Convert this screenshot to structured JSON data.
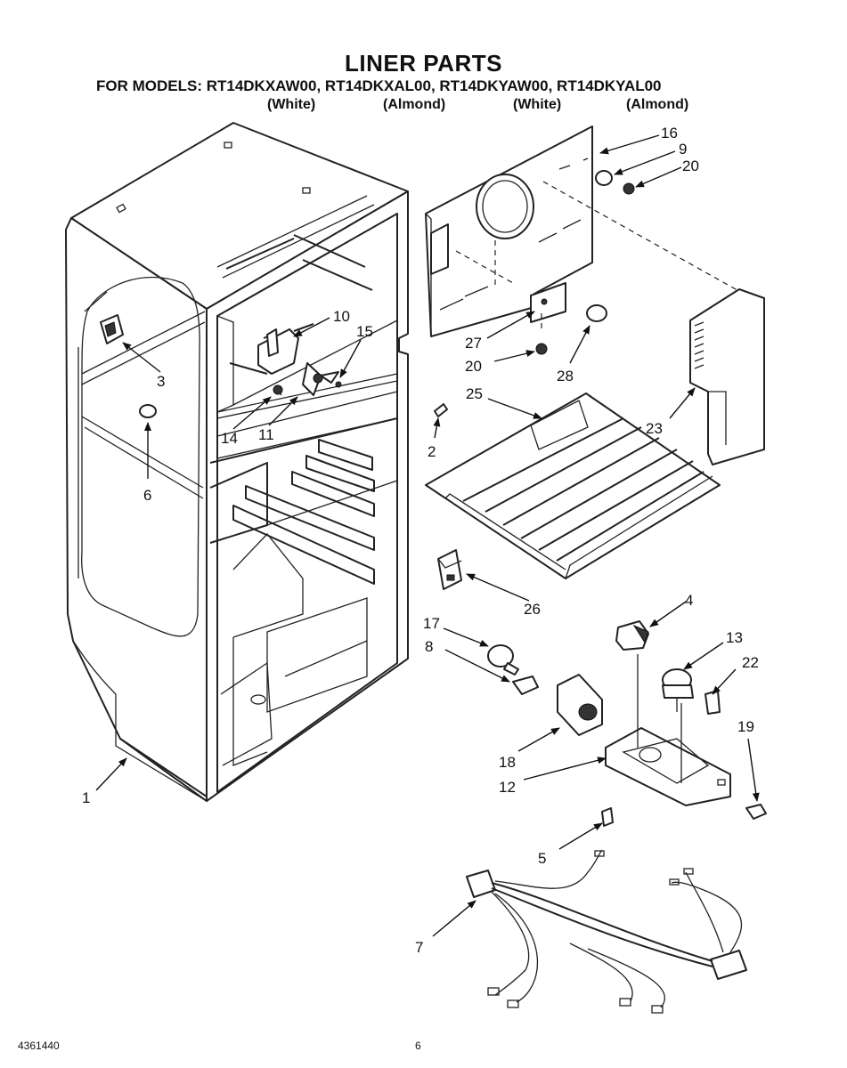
{
  "header": {
    "title": "LINER PARTS",
    "models": "FOR MODELS: RT14DKXAW00, RT14DKXAL00, RT14DKYAW00, RT14DKYAL00",
    "finishes": [
      "(White)",
      "(Almond)",
      "(White)",
      "(Almond)"
    ]
  },
  "footer": {
    "doc_number": "4361440",
    "page": "6"
  },
  "callouts": {
    "p1": "1",
    "p2": "2",
    "p3": "3",
    "p4": "4",
    "p5": "5",
    "p6": "6",
    "p7": "7",
    "p8": "8",
    "p9": "9",
    "p10": "10",
    "p11": "11",
    "p12": "12",
    "p13": "13",
    "p14": "14",
    "p15": "15",
    "p16": "16",
    "p17": "17",
    "p18": "18",
    "p19": "19",
    "p20a": "20",
    "p20b": "20",
    "p22": "22",
    "p23": "23",
    "p25": "25",
    "p26": "26",
    "p27": "27",
    "p28": "28"
  }
}
